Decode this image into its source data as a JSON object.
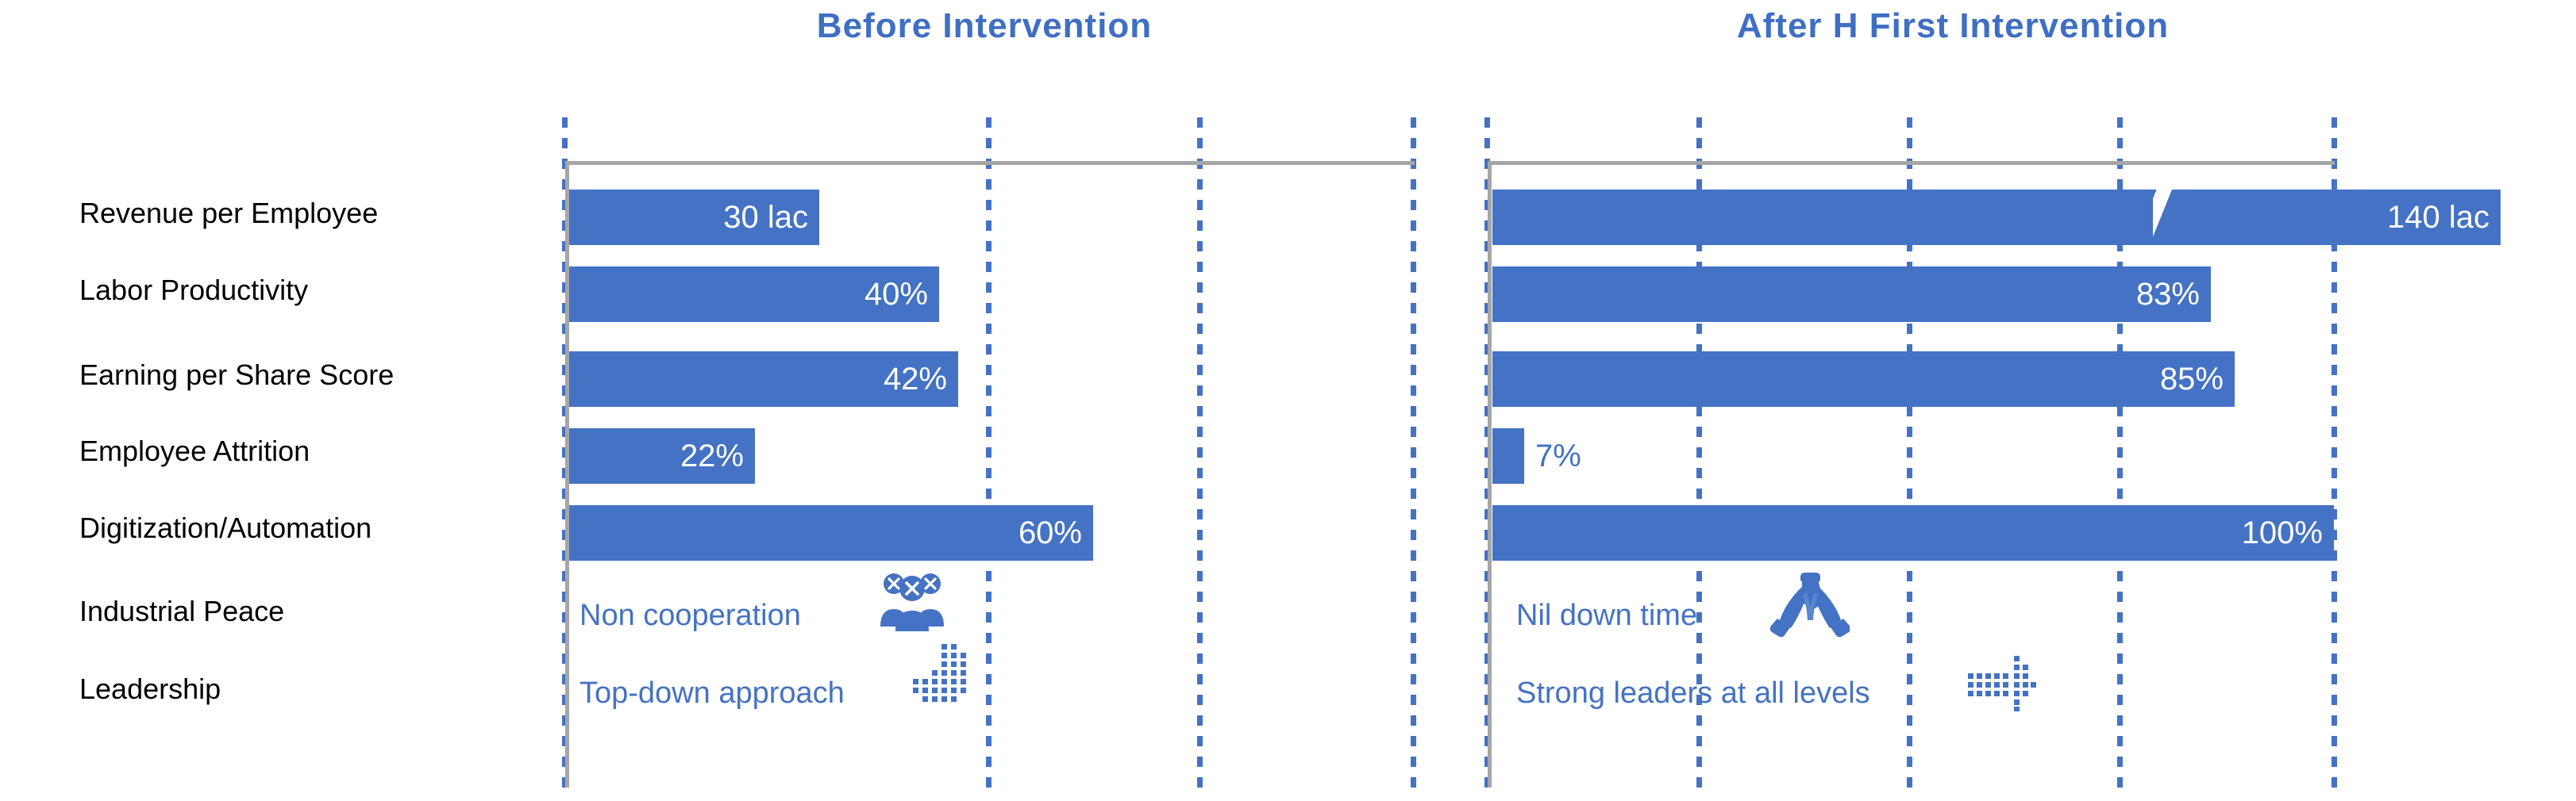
{
  "panels": {
    "before": {
      "title": "Before Intervention"
    },
    "after": {
      "title": "After H  First Intervention"
    }
  },
  "row_labels": [
    "Revenue per Employee",
    "Labor Productivity",
    "Earning per Share Score",
    "Employee Attrition",
    "Digitization/Automation",
    "Industrial Peace",
    "Leadership"
  ],
  "before_values": [
    "30 lac",
    "40%",
    "42%",
    "22%",
    "60%"
  ],
  "after_values": [
    "140 lac",
    "83%",
    "85%",
    "7%",
    "100%"
  ],
  "before_notes": [
    "Non cooperation",
    "Top-down approach"
  ],
  "after_notes": [
    "Nil down time",
    "Strong leaders at all levels"
  ],
  "icons": {
    "before_peace": "people-group-x-icon",
    "before_leadership": "dotted-down-arrow-icon",
    "after_peace": "praying-hands-icon",
    "after_leadership": "dotted-right-arrow-icon"
  },
  "colors": {
    "accent": "#4472C4",
    "title": "#3F6FC4",
    "baseline": "#A6A6A6",
    "label": "#000000",
    "background": "#FFFFFF"
  },
  "chart_data": {
    "type": "bar",
    "title": "Before vs After H First Intervention",
    "orientation": "horizontal",
    "categories": [
      "Revenue per Employee",
      "Labor Productivity",
      "Earning per Share Score",
      "Employee Attrition",
      "Digitization/Automation",
      "Industrial Peace",
      "Leadership"
    ],
    "series": [
      {
        "name": "Before Intervention",
        "values": [
          30,
          40,
          42,
          22,
          60,
          null,
          null
        ],
        "labels": [
          "30 lac",
          "40%",
          "42%",
          "22%",
          "60%",
          "Non cooperation",
          "Top-down approach"
        ],
        "units": [
          "lac",
          "%",
          "%",
          "%",
          "%",
          "",
          ""
        ]
      },
      {
        "name": "After H  First Intervention",
        "values": [
          140,
          83,
          85,
          7,
          100,
          null,
          null
        ],
        "labels": [
          "140 lac",
          "83%",
          "85%",
          "7%",
          "100%",
          "Nil down time",
          "Strong leaders at all levels"
        ],
        "units": [
          "lac",
          "%",
          "%",
          "%",
          "%",
          "",
          ""
        ]
      }
    ],
    "xlabel": "",
    "ylabel": "",
    "grid": true,
    "legend": "none",
    "axis_break": {
      "series": "After Intervention",
      "category": "Revenue per Employee",
      "note": "bar truncated with diagonal break"
    }
  }
}
